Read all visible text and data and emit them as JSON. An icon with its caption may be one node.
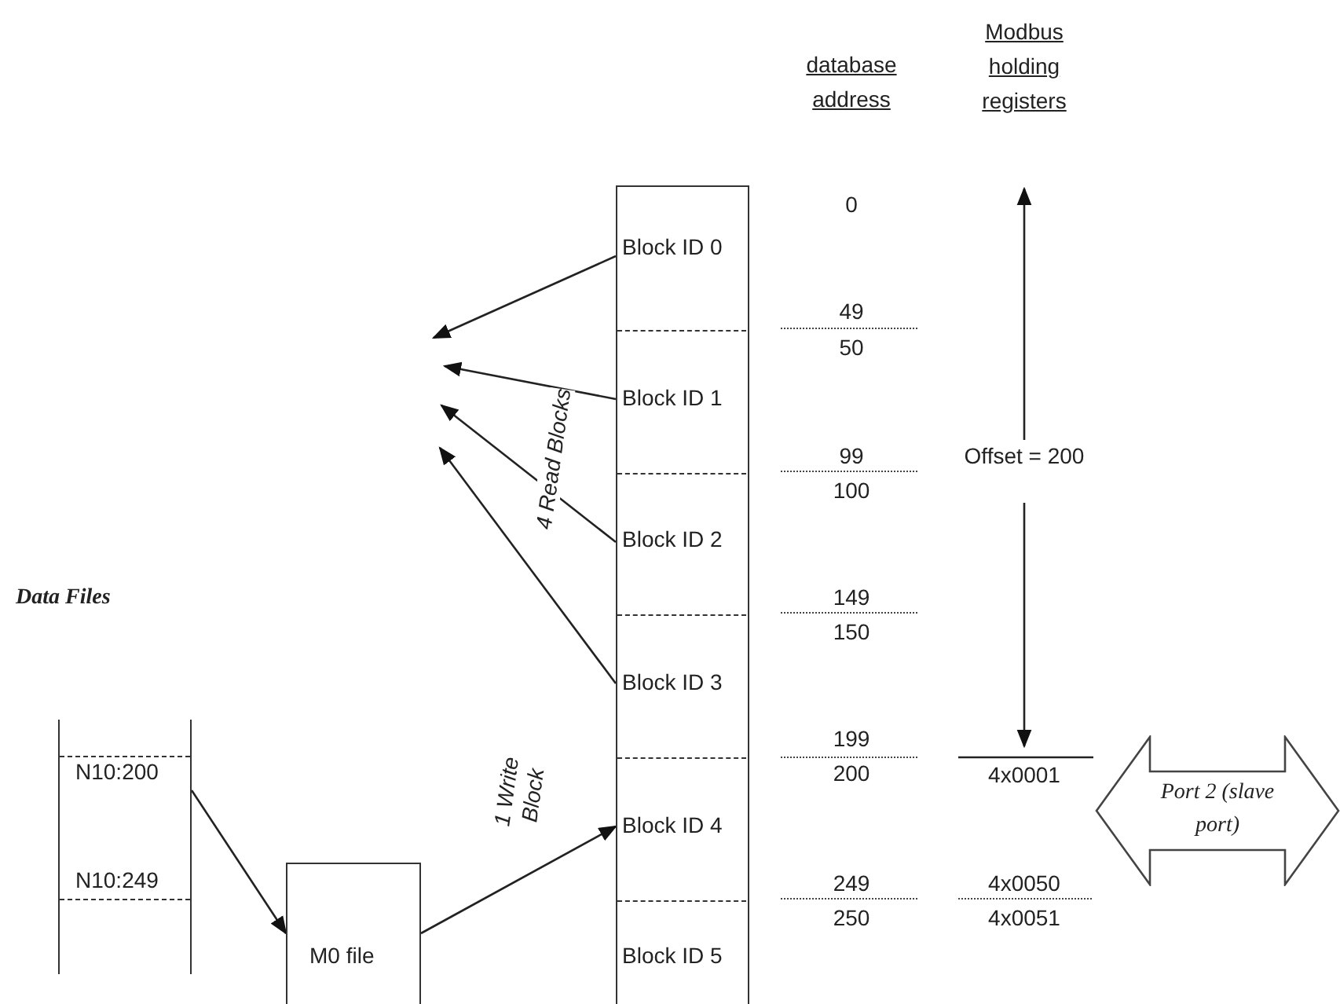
{
  "diagram": {
    "nodes": [
      {
        "text": [],
        "shape": "box"
      },
      {
        "text": [
          "Block ID 0"
        ],
        "in": 0
      },
      {
        "text": [
          "Block ID 1"
        ],
        "in": 0
      },
      {
        "text": [
          "Block ID 2"
        ],
        "in": 0
      },
      {
        "text": [
          "Block ID 3"
        ],
        "in": 0
      },
      {
        "text": [
          "Block ID 4"
        ],
        "in": 0
      },
      {
        "text": [
          "Block ID 5"
        ],
        "in": 0
      },
      {
        "text": [
          "N10:200",
          "N10:249"
        ]
      },
      {
        "text": [
          "M0 file"
        ]
      },
      {
        "text": [
          "Port 2 (slave port)"
        ]
      }
    ],
    "edges": [
      {
        "from": 1,
        "to": null,
        "arrow": "to"
      },
      {
        "from": 2,
        "to": null,
        "arrow": "to"
      },
      {
        "from": 3,
        "to": null,
        "arrow": "to"
      },
      {
        "from": 4,
        "to": null,
        "arrow": "to"
      },
      {
        "from": 7,
        "to": 8,
        "arrow": "to"
      },
      {
        "from": 8,
        "to": 5,
        "arrow": "to"
      }
    ],
    "labels": [
      "database address",
      "Modbus holding registers",
      "0",
      "49",
      "50",
      "99",
      "100",
      "149",
      "150",
      "199",
      "200",
      "249",
      "250",
      "4 Read Blocks",
      "Offset = 200",
      "4x0001",
      "4x0050",
      "4x0051",
      "Data Files",
      "1 Write Block"
    ]
  }
}
